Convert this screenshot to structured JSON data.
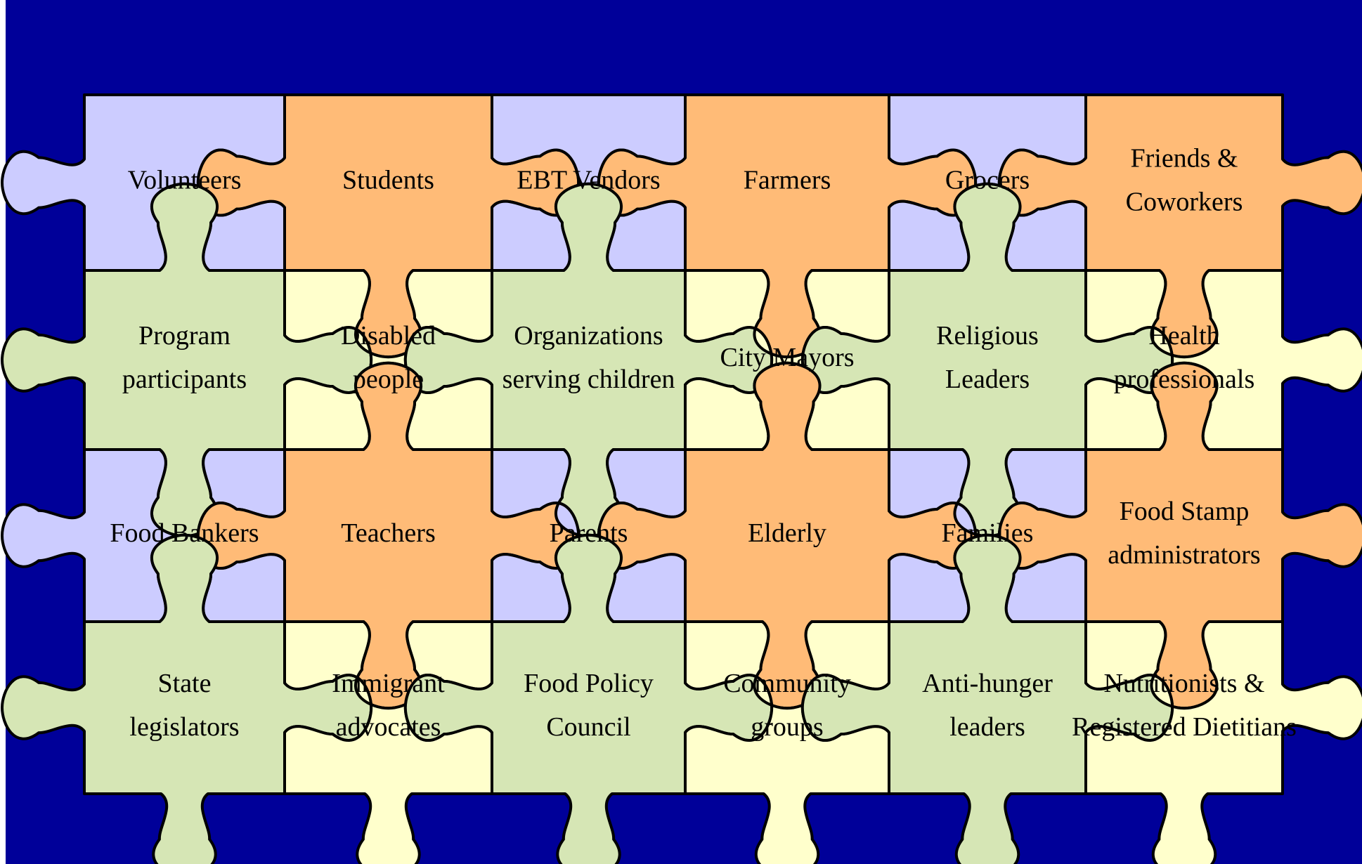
{
  "colors": {
    "background": "#000099",
    "periwinkle": "#ccccff",
    "orange": "#ffbb77",
    "green": "#d6e6b5",
    "cream": "#ffffcc"
  },
  "pieces": [
    {
      "id": "volunteers",
      "color": "periwinkle",
      "lines": [
        "Volunteers"
      ]
    },
    {
      "id": "students",
      "color": "orange",
      "lines": [
        "Students"
      ]
    },
    {
      "id": "ebt-vendors",
      "color": "periwinkle",
      "lines": [
        "EBT Vendors"
      ]
    },
    {
      "id": "farmers",
      "color": "orange",
      "lines": [
        "Farmers"
      ]
    },
    {
      "id": "grocers",
      "color": "periwinkle",
      "lines": [
        "Grocers"
      ]
    },
    {
      "id": "friends-coworkers",
      "color": "orange",
      "lines": [
        "Friends &",
        "Coworkers"
      ]
    },
    {
      "id": "program-participants",
      "color": "green",
      "lines": [
        "Program",
        "participants"
      ]
    },
    {
      "id": "disabled-people",
      "color": "cream",
      "lines": [
        "Disabled",
        "people"
      ]
    },
    {
      "id": "organizations-serving-children",
      "color": "green",
      "lines": [
        "Organizations",
        "serving children"
      ]
    },
    {
      "id": "city-mayors",
      "color": "cream",
      "lines": [
        "City Mayors"
      ]
    },
    {
      "id": "religious-leaders",
      "color": "green",
      "lines": [
        "Religious",
        "Leaders"
      ]
    },
    {
      "id": "health-professionals",
      "color": "cream",
      "lines": [
        "Health",
        "professionals"
      ]
    },
    {
      "id": "food-bankers",
      "color": "periwinkle",
      "lines": [
        "Food Bankers"
      ]
    },
    {
      "id": "teachers",
      "color": "orange",
      "lines": [
        "Teachers"
      ]
    },
    {
      "id": "parents",
      "color": "periwinkle",
      "lines": [
        "Parents"
      ]
    },
    {
      "id": "elderly",
      "color": "orange",
      "lines": [
        "Elderly"
      ]
    },
    {
      "id": "families",
      "color": "periwinkle",
      "lines": [
        "Families"
      ]
    },
    {
      "id": "food-stamp-administrators",
      "color": "orange",
      "lines": [
        "Food Stamp",
        "administrators"
      ]
    },
    {
      "id": "state-legislators",
      "color": "green",
      "lines": [
        "State",
        "legislators"
      ]
    },
    {
      "id": "immigrant-advocates",
      "color": "cream",
      "lines": [
        "Immigrant",
        "advocates"
      ]
    },
    {
      "id": "food-policy-council",
      "color": "green",
      "lines": [
        "Food Policy",
        "Council"
      ]
    },
    {
      "id": "community-groups",
      "color": "cream",
      "lines": [
        "Community",
        "groups"
      ]
    },
    {
      "id": "anti-hunger-leaders",
      "color": "green",
      "lines": [
        "Anti-hunger",
        "leaders"
      ]
    },
    {
      "id": "nutritionists-registered-dietitians",
      "color": "cream",
      "lines": [
        "Nutritionists &",
        "Registered Dietitians"
      ]
    }
  ]
}
